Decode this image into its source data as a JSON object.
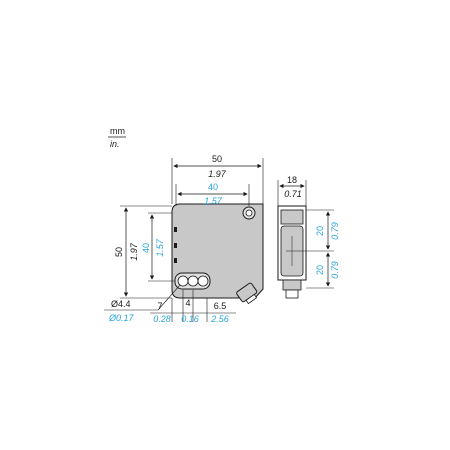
{
  "units": {
    "primary": "mm",
    "secondary": "in."
  },
  "colors": {
    "metric": "#1a1a1a",
    "imperial_inner": "#2aa6dc",
    "body_fill": "#c8c8c8",
    "outline": "#1a1a1a"
  },
  "front_view": {
    "overall_width": {
      "mm": "50",
      "in": "1.97"
    },
    "hole_spacing_width": {
      "mm": "40",
      "in": "1.57"
    },
    "overall_height": {
      "mm": "50",
      "in": "1.97"
    },
    "hole_spacing_height": {
      "mm": "40",
      "in": "1.57"
    },
    "hole_diameter": {
      "mm": "Ø4.4",
      "in": "Ø0.17"
    },
    "bottom_offset_1": {
      "mm": "7",
      "in": "0.28"
    },
    "bottom_offset_2": {
      "mm": "4",
      "in": "0.16"
    },
    "bottom_offset_3": {
      "mm": "6.5",
      "in": "2.56"
    }
  },
  "side_view": {
    "depth": {
      "mm": "18",
      "in": "0.71"
    },
    "upper_half": {
      "mm": "20",
      "in": "0.79"
    },
    "lower_half": {
      "mm": "20",
      "in": "0.79"
    }
  }
}
